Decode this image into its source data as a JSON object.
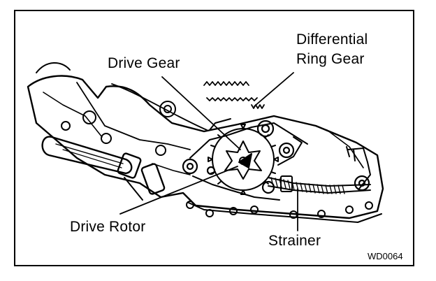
{
  "figure": {
    "labels": {
      "differential_ring_gear_line1": "Differential",
      "differential_ring_gear_line2": "Ring Gear",
      "drive_gear": "Drive Gear",
      "drive_rotor": "Drive Rotor",
      "strainer": "Strainer"
    },
    "figure_code": "WD0064"
  }
}
